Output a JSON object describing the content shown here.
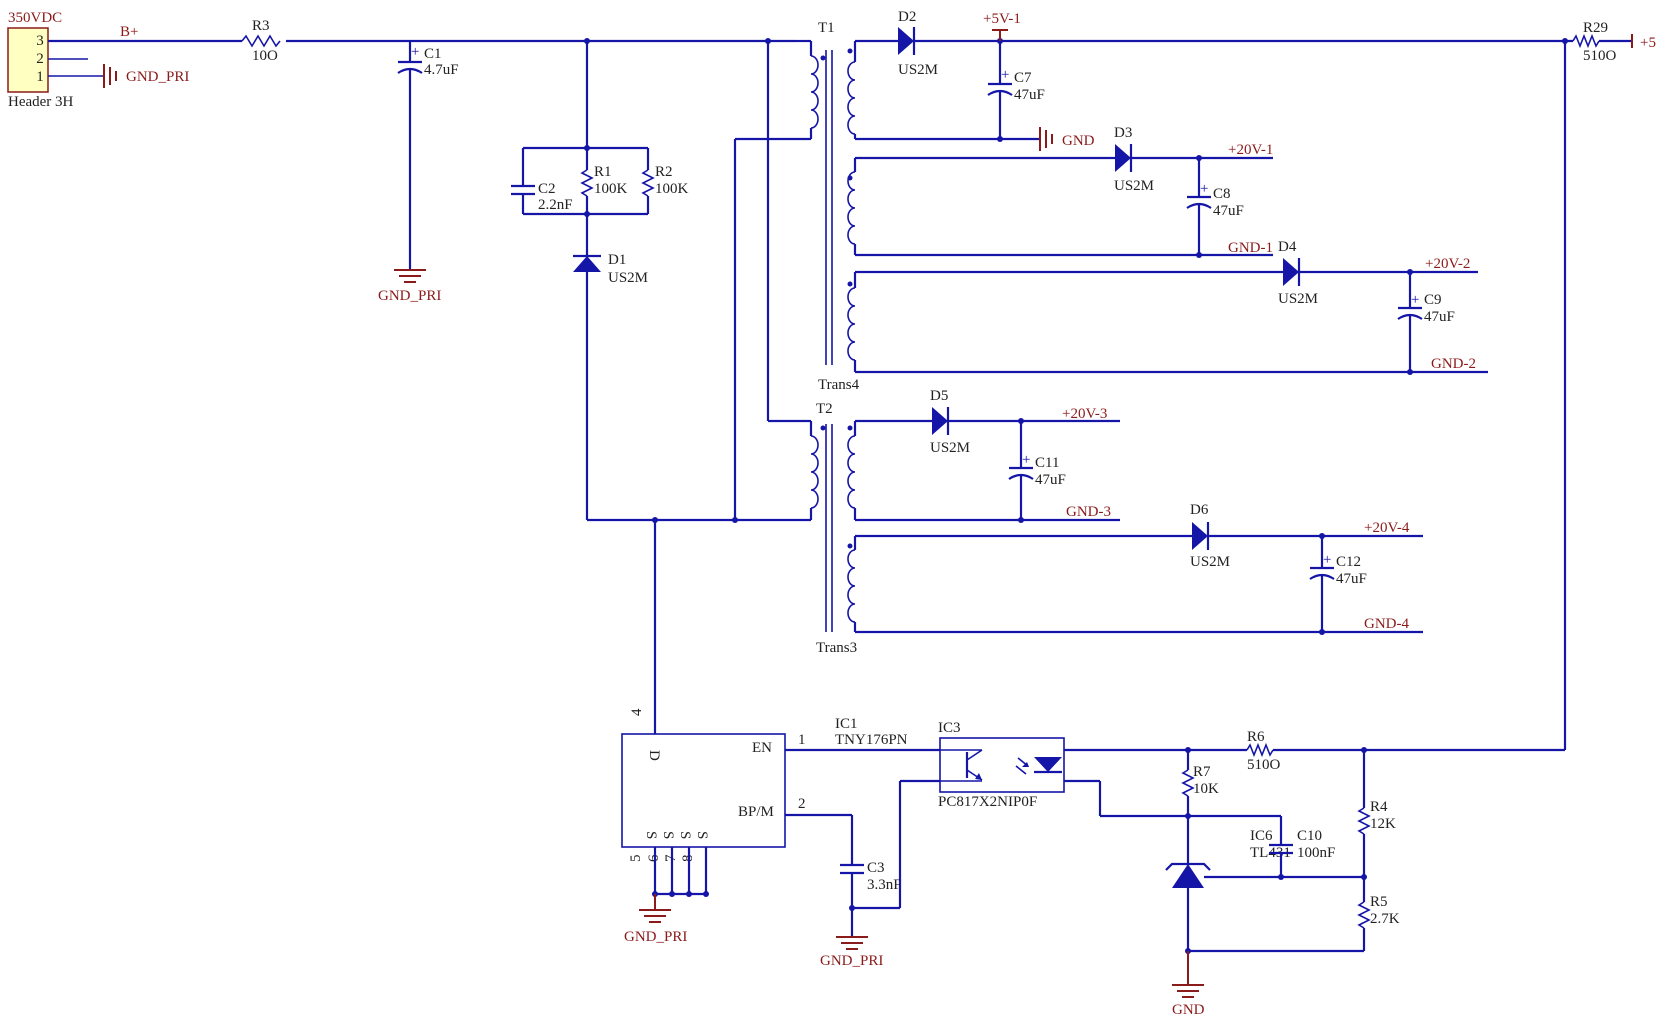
{
  "schematic": {
    "header": {
      "title": "350VDC",
      "pins": [
        "3",
        "2",
        "1"
      ],
      "ref": "Header 3H"
    },
    "nets": {
      "b_plus": "B+",
      "plus5_1": "+5V-1",
      "gnd": "GND",
      "plus20_1": "+20V-1",
      "gnd_1": "GND-1",
      "plus20_2": "+20V-2",
      "gnd_2": "GND-2",
      "plus20_3": "+20V-3",
      "gnd_3": "GND-3",
      "plus20_4": "+20V-4",
      "gnd_4": "GND-4",
      "plus5_out": "+5",
      "gnd_pri": "GND_PRI"
    },
    "resistors": [
      {
        "ref": "R3",
        "value": "10O"
      },
      {
        "ref": "R1",
        "value": "100K"
      },
      {
        "ref": "R2",
        "value": "100K"
      },
      {
        "ref": "R29",
        "value": "510O"
      },
      {
        "ref": "R6",
        "value": "510O"
      },
      {
        "ref": "R7",
        "value": "10K"
      },
      {
        "ref": "R4",
        "value": "12K"
      },
      {
        "ref": "R5",
        "value": "2.7K"
      }
    ],
    "capacitors": [
      {
        "ref": "C1",
        "value": "4.7uF"
      },
      {
        "ref": "C2",
        "value": "2.2nF"
      },
      {
        "ref": "C7",
        "value": "47uF"
      },
      {
        "ref": "C8",
        "value": "47uF"
      },
      {
        "ref": "C9",
        "value": "47uF"
      },
      {
        "ref": "C11",
        "value": "47uF"
      },
      {
        "ref": "C12",
        "value": "47uF"
      },
      {
        "ref": "C3",
        "value": "3.3nF"
      },
      {
        "ref": "C10",
        "value": "100nF"
      }
    ],
    "diodes": [
      {
        "ref": "D1",
        "value": "US2M"
      },
      {
        "ref": "D2",
        "value": "US2M"
      },
      {
        "ref": "D3",
        "value": "US2M"
      },
      {
        "ref": "D4",
        "value": "US2M"
      },
      {
        "ref": "D5",
        "value": "US2M"
      },
      {
        "ref": "D6",
        "value": "US2M"
      }
    ],
    "transformers": [
      {
        "ref": "T1",
        "part": "Trans4"
      },
      {
        "ref": "T2",
        "part": "Trans3"
      }
    ],
    "ic1": {
      "ref": "IC1",
      "part": "TNY176PN",
      "pin_d": "D",
      "pin_en": "EN",
      "pin_bpm": "BP/M",
      "pin_s": "S",
      "pin_numbers": [
        "4",
        "1",
        "2",
        "5",
        "6",
        "7",
        "8"
      ]
    },
    "ic3": {
      "ref": "IC3",
      "part": "PC817X2NIP0F"
    },
    "ic6": {
      "ref": "IC6",
      "part": "TL431"
    }
  }
}
